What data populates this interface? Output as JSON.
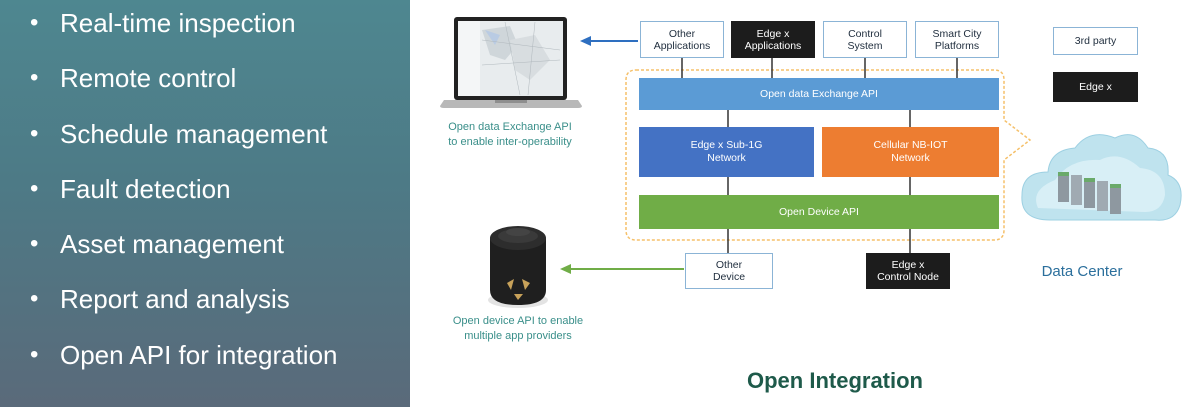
{
  "features": [
    "Real-time inspection",
    "Remote control",
    "Schedule management",
    "Fault detection",
    "Asset management",
    "Report and analysis",
    "Open API for integration"
  ],
  "diagram": {
    "top_boxes": {
      "other_apps": "Other\nApplications",
      "edge_apps": "Edge x\nApplications",
      "control_system": "Control\nSystem",
      "smart_city": "Smart City\nPlatforms"
    },
    "legend": {
      "third_party": "3rd party",
      "edge_x": "Edge x"
    },
    "exchange_api": "Open data Exchange API",
    "sub1g_network": "Edge x Sub-1G\nNetwork",
    "cellular_network": "Cellular NB-IOT\nNetwork",
    "device_api": "Open Device API",
    "other_device": "Other\nDevice",
    "control_node": "Edge x\nControl Node",
    "caption_exchange": "Open data Exchange API\nto enable inter-operability",
    "caption_device": "Open device API to enable\nmultiple app providers",
    "data_center": "Data Center",
    "title": "Open Integration"
  },
  "colors": {
    "exchange_bar": "#5b9bd5",
    "sub1g": "#4472c4",
    "cellular": "#ed7d31",
    "device_bar": "#70ad47",
    "frame": "#f5c06a"
  }
}
